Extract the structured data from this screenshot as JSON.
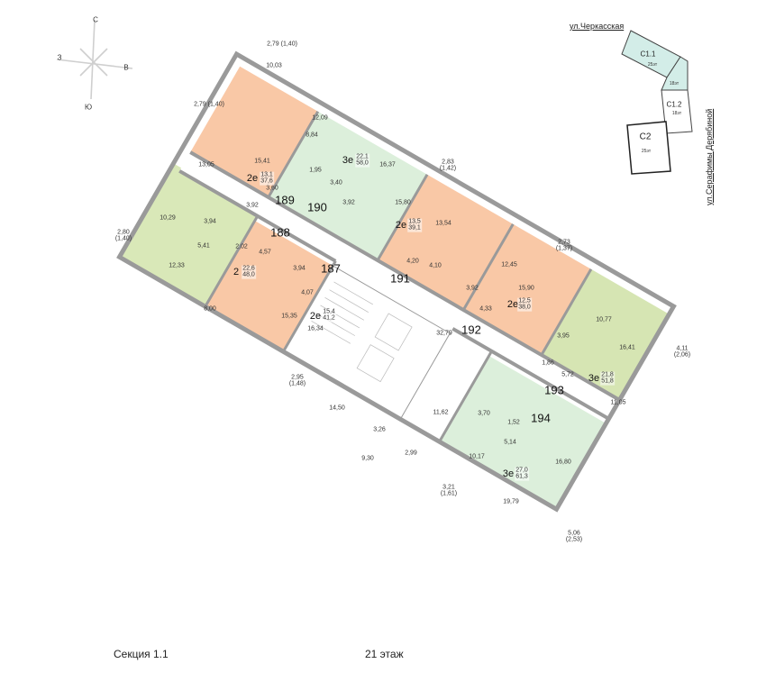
{
  "compass": {
    "north": "С",
    "south": "Ю",
    "east": "В",
    "west": "З"
  },
  "site_plan": {
    "street_top": "ул.Черкасская",
    "street_side": "ул.Серафимы Дерябиной",
    "blocks": [
      {
        "name": "С1.1",
        "floors": "25эт",
        "highlight": true
      },
      {
        "name": "",
        "floors": "18эт",
        "highlight": true
      },
      {
        "name": "С1.2",
        "floors": "18эт",
        "highlight": false
      },
      {
        "name": "С2",
        "floors": "25эт",
        "highlight": false
      }
    ]
  },
  "colors": {
    "one_room_orange": "#f9c8a6",
    "two_room_green": "#d9e8b8",
    "three_room_green": "#dcefdb",
    "three_room_olive": "#d6e5b3",
    "wall": "#9a9a9a",
    "balcony_orange": "#fbd9bf"
  },
  "apartments": [
    {
      "number": "187",
      "type": "2е",
      "living": "15,4",
      "total": "41,2",
      "rooms": [
        "3,94",
        "4,07",
        "15,35",
        "16,34",
        "2,95\n(1,48)"
      ]
    },
    {
      "number": "188",
      "type": "2",
      "living": "22,6",
      "total": "48,0",
      "rooms": [
        "10,29",
        "3,94",
        "5,41",
        "2,02",
        "4,57",
        "2,80\n(1,40)",
        "12,33",
        "8,00"
      ]
    },
    {
      "number": "189",
      "type": "2е",
      "living": "13,1",
      "total": "37,6",
      "rooms": [
        "2,79\n(1,40)",
        "15,41",
        "13,05",
        "3,60",
        "3,92"
      ]
    },
    {
      "number": "190",
      "type": "3е",
      "living": "22,1",
      "total": "58,0",
      "rooms": [
        "2,79\n(1,40)",
        "10,03",
        "12,09",
        "8,84",
        "16,37",
        "1,95",
        "3,40",
        "3,92"
      ]
    },
    {
      "number": "191",
      "type": "2е",
      "living": "13,5",
      "total": "39,1",
      "rooms": [
        "2,83\n(1,42)",
        "15,80",
        "13,54",
        "4,20",
        "4,10"
      ]
    },
    {
      "number": "192",
      "type": "2е",
      "living": "12,5",
      "total": "38,0",
      "rooms": [
        "2,73\n(1,37)",
        "12,45",
        "15,90",
        "3,92",
        "4,33"
      ]
    },
    {
      "number": "193",
      "type": "3е",
      "living": "21,8",
      "total": "51,8",
      "rooms": [
        "10,77",
        "16,41",
        "4,11\n(2,06)",
        "3,95",
        "1,86",
        "5,72",
        "11,05"
      ]
    },
    {
      "number": "194",
      "type": "3е",
      "living": "27,0",
      "total": "61,3",
      "rooms": [
        "3,70",
        "1,52",
        "5,14",
        "10,17",
        "16,80",
        "3,21\n(1,61)",
        "19,79",
        "5,06\n(2,53)"
      ]
    }
  ],
  "common_areas": [
    "32,79",
    "11,62",
    "14,50",
    "3,26",
    "9,30",
    "2,99"
  ],
  "footer": {
    "section": "Секция 1.1",
    "floor": "21 этаж"
  }
}
